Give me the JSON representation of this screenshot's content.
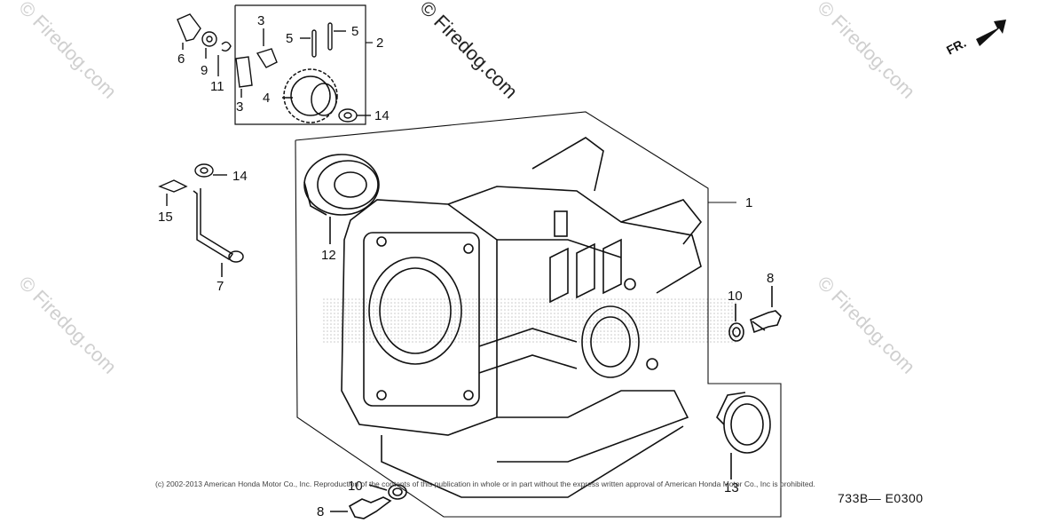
{
  "watermarks": {
    "main": "© Firedog.com",
    "corner": "© Firedog.com"
  },
  "direction_label": "FR.",
  "callouts": {
    "c1": "1",
    "c2": "2",
    "c3a": "3",
    "c3b": "3",
    "c4": "4",
    "c5a": "5",
    "c5b": "5",
    "c6": "6",
    "c7": "7",
    "c8a": "8",
    "c8b": "8",
    "c9": "9",
    "c10a": "10",
    "c10b": "10",
    "c11": "11",
    "c12": "12",
    "c13": "13",
    "c14a": "14",
    "c14b": "14",
    "c15": "15"
  },
  "copyright": "(c) 2002-2013 American Honda Motor Co., Inc. Reproduction of the contents of this publication in whole or in part without the express written approval of American Honda Motor Co., Inc is prohibited.",
  "diagram_code": "733B— E0300",
  "colors": {
    "line": "#111111",
    "watermark": "#cfcfcf",
    "background": "#ffffff"
  }
}
